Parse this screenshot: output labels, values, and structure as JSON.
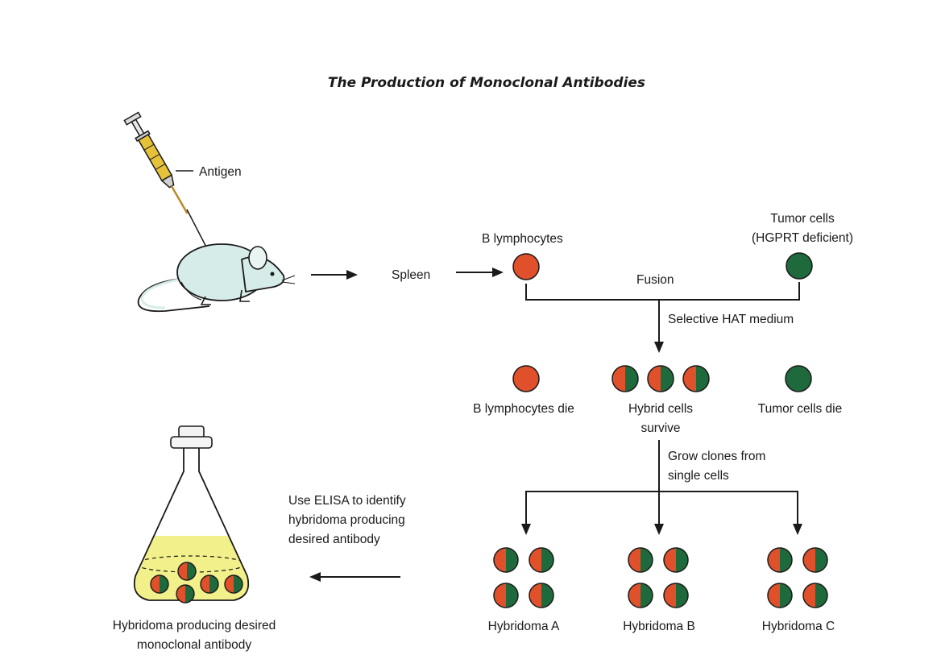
{
  "title": "The Production of Monoclonal Antibodies",
  "labels": {
    "antigen": "Antigen",
    "spleen": "Spleen",
    "b_lymphocytes": "B lymphocytes",
    "tumor_line1": "Tumor cells",
    "tumor_line2": "(HGPRT deficient)",
    "fusion": "Fusion",
    "selective": "Selective HAT medium",
    "b_die": "B lymphocytes die",
    "hybrid_line1": "Hybrid cells",
    "hybrid_line2": "survive",
    "tumor_die": "Tumor cells die",
    "grow_line1": "Grow clones from",
    "grow_line2": "single cells",
    "elisa_line1": "Use ELISA to identify",
    "elisa_line2": "hybridoma producing",
    "elisa_line3": "desired antibody",
    "hyb_a": "Hybridoma A",
    "hyb_b": "Hybridoma B",
    "hyb_c": "Hybridoma C",
    "flask_line1": "Hybridoma producing desired",
    "flask_line2": "monoclonal antibody"
  },
  "colors": {
    "b_cell": "#e0502a",
    "tumor_cell": "#1f6a3c",
    "outline": "#1a1a1a",
    "mouse": "#d6ece9",
    "syringe": "#e6c23a",
    "flask_liquid": "#f2f08a"
  }
}
